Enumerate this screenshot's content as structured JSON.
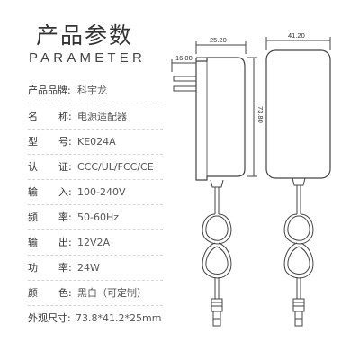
{
  "header": {
    "title": "产品参数",
    "subtitle": "PARAMETER"
  },
  "specs": [
    {
      "label": "产品品牌:",
      "value": "科宇龙"
    },
    {
      "label_a": "名",
      "label_b": "称:",
      "value": "电源适配器"
    },
    {
      "label_a": "型",
      "label_b": "号:",
      "value": "KE024A"
    },
    {
      "label_a": "认",
      "label_b": "证:",
      "value": "CCC/UL/FCC/CE"
    },
    {
      "label_a": "输",
      "label_b": "入:",
      "value": "100-240V"
    },
    {
      "label_a": "频",
      "label_b": "率:",
      "value": "50-60Hz"
    },
    {
      "label_a": "输",
      "label_b": "出:",
      "value": "12V2A"
    },
    {
      "label_a": "功",
      "label_b": "率:",
      "value": "24W"
    },
    {
      "label_a": "颜",
      "label_b": "色:",
      "value": "黑白（可定制）"
    },
    {
      "label": "外观尺寸:",
      "value": "73.8*41.2*25mm"
    }
  ],
  "dimensions": {
    "depth": "25.20",
    "width": "41.20",
    "prong": "16.00",
    "height": "73.80"
  }
}
